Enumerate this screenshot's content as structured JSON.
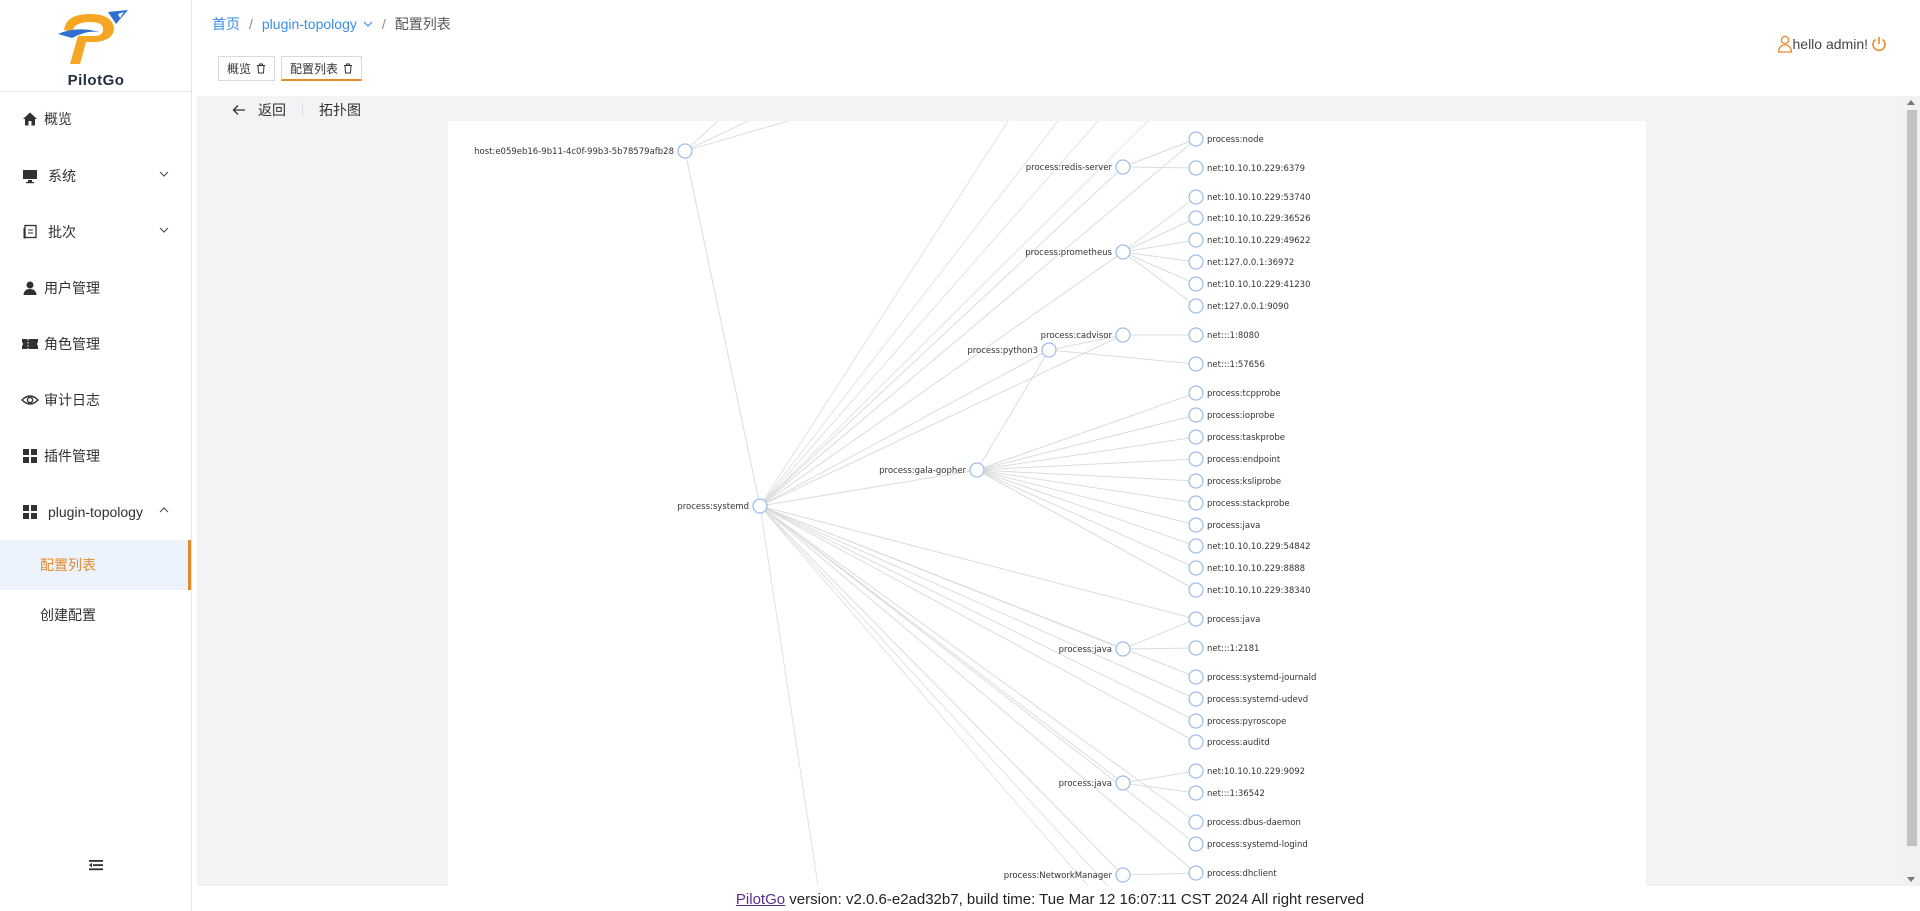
{
  "app": {
    "name": "PilotGo"
  },
  "sidebar": {
    "items": [
      {
        "label": "概览",
        "icon": "home-icon"
      },
      {
        "label": "系统",
        "icon": "monitor-icon",
        "expandable": true
      },
      {
        "label": "批次",
        "icon": "batch-icon",
        "expandable": true
      },
      {
        "label": "用户管理",
        "icon": "user-icon"
      },
      {
        "label": "角色管理",
        "icon": "role-icon"
      },
      {
        "label": "审计日志",
        "icon": "eye-icon"
      },
      {
        "label": "插件管理",
        "icon": "grid-icon"
      },
      {
        "label": "plugin-topology",
        "icon": "grid-icon",
        "expanded": true
      }
    ],
    "subitems": [
      {
        "label": "配置列表",
        "active": true
      },
      {
        "label": "创建配置",
        "active": false
      }
    ]
  },
  "breadcrumb": {
    "home": "首页",
    "plugin": "plugin-topology",
    "current": "配置列表"
  },
  "tags": [
    {
      "label": "概览",
      "active": false
    },
    {
      "label": "配置列表",
      "active": true
    }
  ],
  "user": {
    "greeting": "hello admin!"
  },
  "toolbar": {
    "back_label": "返回",
    "view_title": "拓扑图"
  },
  "topology": {
    "nodes": [
      {
        "id": "host",
        "label": "host:e059eb16-9b11-4c0f-99b3-5b78579afb28"
      },
      {
        "id": "systemd",
        "label": "process:systemd"
      },
      {
        "id": "redis",
        "label": "process:redis-server"
      },
      {
        "id": "prometheus",
        "label": "process:prometheus"
      },
      {
        "id": "cadvisor",
        "label": "process:cadvisor"
      },
      {
        "id": "python3",
        "label": "process:python3"
      },
      {
        "id": "gopher",
        "label": "process:gala-gopher"
      },
      {
        "id": "java1",
        "label": "process:java"
      },
      {
        "id": "java2",
        "label": "process:java"
      },
      {
        "id": "nm",
        "label": "process:NetworkManager"
      },
      {
        "id": "l1",
        "label": "process:node"
      },
      {
        "id": "l2",
        "label": "net:10.10.10.229:6379"
      },
      {
        "id": "l3",
        "label": "net:10.10.10.229:53740"
      },
      {
        "id": "l4",
        "label": "net:10.10.10.229:36526"
      },
      {
        "id": "l5",
        "label": "net:10.10.10.229:49622"
      },
      {
        "id": "l6",
        "label": "net:127.0.0.1:36972"
      },
      {
        "id": "l7",
        "label": "net:10.10.10.229:41230"
      },
      {
        "id": "l8",
        "label": "net:127.0.0.1:9090"
      },
      {
        "id": "l9",
        "label": "net:::1:8080"
      },
      {
        "id": "l10",
        "label": "net:::1:57656"
      },
      {
        "id": "l11",
        "label": "process:tcpprobe"
      },
      {
        "id": "l12",
        "label": "process:ioprobe"
      },
      {
        "id": "l13",
        "label": "process:taskprobe"
      },
      {
        "id": "l14",
        "label": "process:endpoint"
      },
      {
        "id": "l15",
        "label": "process:ksliprobe"
      },
      {
        "id": "l16",
        "label": "process:stackprobe"
      },
      {
        "id": "l17",
        "label": "process:java"
      },
      {
        "id": "l18",
        "label": "net:10.10.10.229:54842"
      },
      {
        "id": "l19",
        "label": "net:10.10.10.229:8888"
      },
      {
        "id": "l20",
        "label": "net:10.10.10.229:38340"
      },
      {
        "id": "l21",
        "label": "process:java"
      },
      {
        "id": "l22",
        "label": "net:::1:2181"
      },
      {
        "id": "l23",
        "label": "process:systemd-journald"
      },
      {
        "id": "l24",
        "label": "process:systemd-udevd"
      },
      {
        "id": "l25",
        "label": "process:pyroscope"
      },
      {
        "id": "l26",
        "label": "process:auditd"
      },
      {
        "id": "l27",
        "label": "net:10.10.10.229:9092"
      },
      {
        "id": "l28",
        "label": "net:::1:36542"
      },
      {
        "id": "l29",
        "label": "process:dbus-daemon"
      },
      {
        "id": "l30",
        "label": "process:systemd-logind"
      },
      {
        "id": "l31",
        "label": "process:dhclient"
      }
    ],
    "edges": [
      [
        "host",
        "systemd"
      ],
      [
        "systemd",
        "redis"
      ],
      [
        "systemd",
        "prometheus"
      ],
      [
        "systemd",
        "cadvisor"
      ],
      [
        "systemd",
        "python3"
      ],
      [
        "systemd",
        "gopher"
      ],
      [
        "systemd",
        "java1"
      ],
      [
        "systemd",
        "java2"
      ],
      [
        "systemd",
        "nm"
      ],
      [
        "systemd",
        "l1"
      ],
      [
        "systemd",
        "l21"
      ],
      [
        "systemd",
        "l23"
      ],
      [
        "systemd",
        "l24"
      ],
      [
        "systemd",
        "l25"
      ],
      [
        "systemd",
        "l26"
      ],
      [
        "systemd",
        "l29"
      ],
      [
        "systemd",
        "l30"
      ],
      [
        "systemd",
        "l31"
      ],
      [
        "redis",
        "l1"
      ],
      [
        "redis",
        "l2"
      ],
      [
        "prometheus",
        "l3"
      ],
      [
        "prometheus",
        "l4"
      ],
      [
        "prometheus",
        "l5"
      ],
      [
        "prometheus",
        "l6"
      ],
      [
        "prometheus",
        "l7"
      ],
      [
        "prometheus",
        "l8"
      ],
      [
        "cadvisor",
        "l9"
      ],
      [
        "python3",
        "cadvisor"
      ],
      [
        "python3",
        "l10"
      ],
      [
        "gopher",
        "python3"
      ],
      [
        "gopher",
        "l11"
      ],
      [
        "gopher",
        "l12"
      ],
      [
        "gopher",
        "l13"
      ],
      [
        "gopher",
        "l14"
      ],
      [
        "gopher",
        "l15"
      ],
      [
        "gopher",
        "l16"
      ],
      [
        "gopher",
        "l17"
      ],
      [
        "gopher",
        "l18"
      ],
      [
        "gopher",
        "l19"
      ],
      [
        "gopher",
        "l20"
      ],
      [
        "java1",
        "l21"
      ],
      [
        "java1",
        "l22"
      ],
      [
        "java2",
        "l27"
      ],
      [
        "java2",
        "l28"
      ],
      [
        "nm",
        "l31"
      ]
    ]
  },
  "footer": {
    "link": "PilotGo",
    "text": " version: v2.0.6-e2ad32b7, build time: Tue Mar 12 16:07:11 CST 2024 All right reserved"
  }
}
